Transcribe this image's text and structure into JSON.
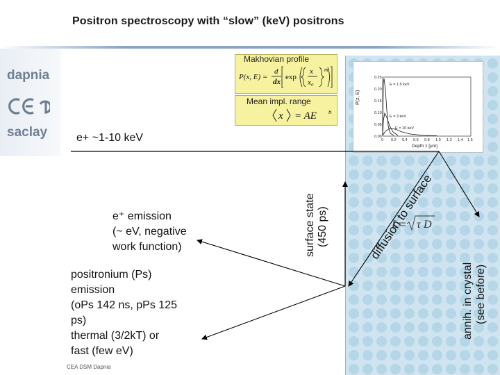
{
  "slide": {
    "title": "Positron spectroscopy with “slow” (keV) positrons",
    "footer": "CEA DSM Dapnia"
  },
  "logos": [
    "dapnia",
    "saclay"
  ],
  "makhovian": {
    "label": "Makhovian profile",
    "formula_lhs": "P(x, E) =",
    "formula_d": "d",
    "formula_dx": "dx",
    "formula_exp": "exp",
    "formula_x": "x",
    "formula_x0": "x₀",
    "formula_m": "m"
  },
  "mean_range": {
    "label": "Mean impl. range",
    "formula_x": "x",
    "formula_rhs": "= AE",
    "formula_n": "n"
  },
  "inset_chart": {
    "ylabel": "P(z, E)",
    "xlabel": "Depth z [μm]",
    "y_ticks": [
      "0.25",
      "0.20",
      "0.15",
      "0.10",
      "0.05",
      "0.00"
    ],
    "x_ticks": [
      "0",
      "0.2",
      "0.4",
      "0.6",
      "0.8",
      "1.0",
      "1.2",
      "1.4",
      "1.6"
    ],
    "annotations": [
      "E = 1.5 keV",
      "E = 3 keV",
      "E = 10 keV"
    ]
  },
  "energy_label": "e+ ~1-10 keV",
  "diffusion_label": "diffusion to surface",
  "diffusion_formula_lhs": "L",
  "diffusion_formula_tau": "τ",
  "diffusion_formula_d": "D",
  "surface_state": {
    "line1": "surface state",
    "line2": "(450 ps)"
  },
  "annih": {
    "line1": "annih. in crystal",
    "line2": "(see before)"
  },
  "emission": {
    "line1": "e⁺ emission",
    "line2": "(~ eV, negative",
    "line3": "work function)"
  },
  "positronium": {
    "line1": "positronium (Ps)",
    "line2": "emission",
    "line3": "(oPs 142 ns, pPs 125",
    "line4": "ps)",
    "line5": "thermal (3/2kT) or",
    "line6": "fast (few eV)"
  }
}
